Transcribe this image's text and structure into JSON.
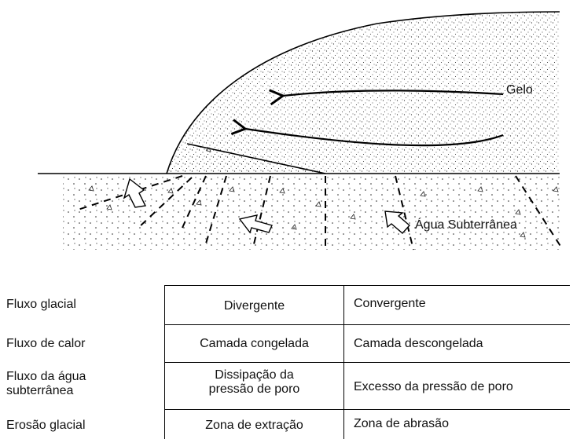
{
  "labels": {
    "ice": "Gelo",
    "groundwater": "Água Subterrânea"
  },
  "table": {
    "rows": [
      {
        "label": "Fluxo glacial",
        "col1": "Divergente",
        "col2": "Convergente"
      },
      {
        "label": "Fluxo de calor",
        "col1": "Camada congelada",
        "col2": "Camada descongelada"
      },
      {
        "label": "Fluxo da água\nsubterrânea",
        "col1": "Dissipação da\npressão de poro",
        "col2": "Excesso da pressão de poro"
      },
      {
        "label": "Erosão glacial",
        "col1": "Zona de extração",
        "col2": "Zona de abrasão"
      }
    ]
  }
}
